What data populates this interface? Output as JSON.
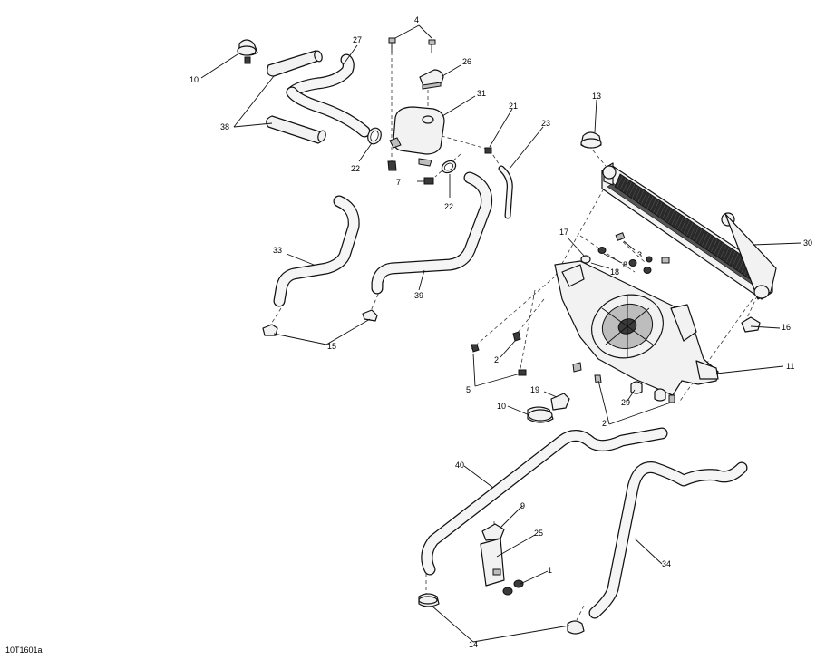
{
  "diagram": {
    "reference_code": "10T1601a",
    "callouts": [
      {
        "id": "c4",
        "label": "4"
      },
      {
        "id": "c27",
        "label": "27"
      },
      {
        "id": "c10a",
        "label": "10"
      },
      {
        "id": "c26",
        "label": "26"
      },
      {
        "id": "c31",
        "label": "31"
      },
      {
        "id": "c21",
        "label": "21"
      },
      {
        "id": "c23",
        "label": "23"
      },
      {
        "id": "c13",
        "label": "13"
      },
      {
        "id": "c38",
        "label": "38"
      },
      {
        "id": "c22a",
        "label": "22"
      },
      {
        "id": "c7",
        "label": "7"
      },
      {
        "id": "c22b",
        "label": "22"
      },
      {
        "id": "c17",
        "label": "17"
      },
      {
        "id": "c3",
        "label": "3"
      },
      {
        "id": "c8",
        "label": "8"
      },
      {
        "id": "c18",
        "label": "18"
      },
      {
        "id": "c30",
        "label": "30"
      },
      {
        "id": "c33",
        "label": "33"
      },
      {
        "id": "c39",
        "label": "39"
      },
      {
        "id": "c15",
        "label": "15"
      },
      {
        "id": "c16",
        "label": "16"
      },
      {
        "id": "c2a",
        "label": "2"
      },
      {
        "id": "c5",
        "label": "5"
      },
      {
        "id": "c11",
        "label": "11"
      },
      {
        "id": "c19",
        "label": "19"
      },
      {
        "id": "c10b",
        "label": "10"
      },
      {
        "id": "c29",
        "label": "29"
      },
      {
        "id": "c2b",
        "label": "2"
      },
      {
        "id": "c40",
        "label": "40"
      },
      {
        "id": "c9",
        "label": "9"
      },
      {
        "id": "c25",
        "label": "25"
      },
      {
        "id": "c34",
        "label": "34"
      },
      {
        "id": "c1",
        "label": "1"
      },
      {
        "id": "c14",
        "label": "14"
      }
    ]
  }
}
